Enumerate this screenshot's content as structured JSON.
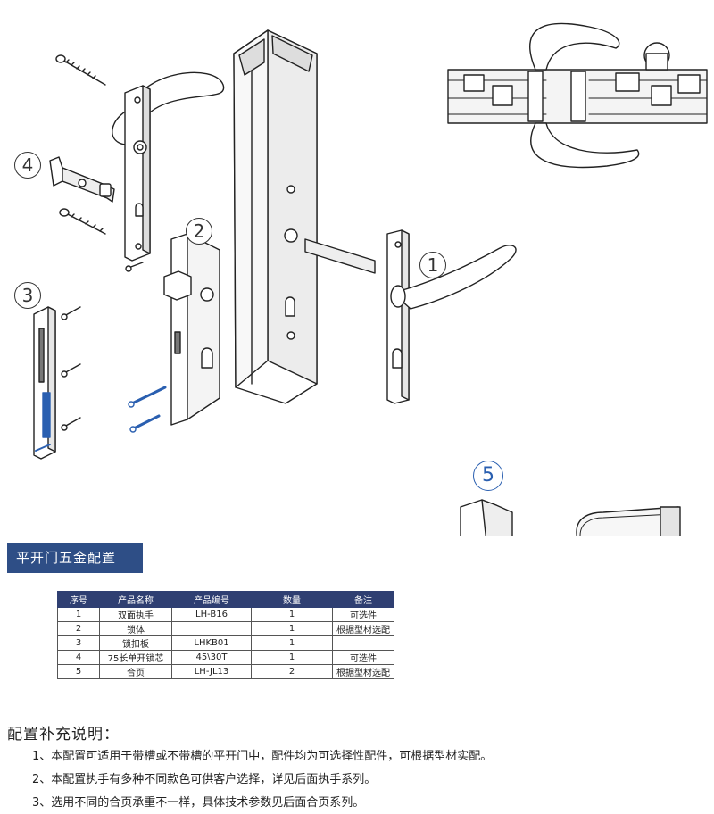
{
  "callouts": {
    "c1": "1",
    "c2": "2",
    "c3": "3",
    "c4": "4",
    "c5": "5"
  },
  "banner": "平开门五金配置",
  "table": {
    "headers": [
      "序号",
      "产品名称",
      "产品编号",
      "数量",
      "备注"
    ],
    "rows": [
      [
        "1",
        "双面执手",
        "LH-B16",
        "1",
        "可选件"
      ],
      [
        "2",
        "锁体",
        "",
        "1",
        "根据型材选配"
      ],
      [
        "3",
        "锁扣板",
        "LHKB01",
        "1",
        ""
      ],
      [
        "4",
        "75长单开锁芯",
        "45\\30T",
        "1",
        "可选件"
      ],
      [
        "5",
        "合页",
        "LH-JL13",
        "2",
        "根据型材选配"
      ]
    ]
  },
  "notes": {
    "title": "配置补充说明：",
    "items": [
      "1、本配置可适用于带槽或不带槽的平开门中，配件均为可选择性配件，可根据型材实配。",
      "2、本配置执手有多种不同款色可供客户选择，详见后面执手系列。",
      "3、选用不同的合页承重不一样，具体技术参数见后面合页系列。"
    ]
  },
  "colors": {
    "banner": "#2e4e86",
    "table_header": "#2f3f72",
    "accent_blue": "#2a5fb0"
  }
}
